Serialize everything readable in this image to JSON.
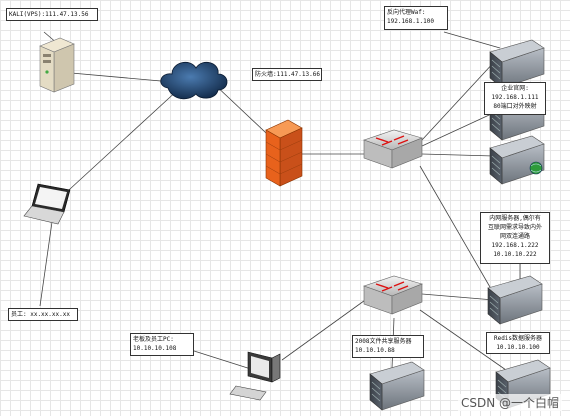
{
  "labels": {
    "kali": "KALI(VPS):111.47.13.56",
    "firewall": "防火墙:111.47.13.66",
    "reverse_proxy": "反向代理Waf:\n192.168.1.100",
    "company_site": "企业官网:\n192.168.1.111\n80端口对外映射",
    "intranet_server": "内网服务器,偶尔有\n互联网需求导致内外\n网双连通路\n192.168.1.222\n10.10.10.222",
    "staff": "员工: xx.xx.xx.xx",
    "boss_pc": "老板及员工PC:\n10.10.10.108",
    "file_share": "2008文件共享服务器\n10.10.10.88",
    "redis": "Redis数据服务器\n10.10.10.100"
  },
  "watermark": "CSDN @一个白帽",
  "colors": {
    "firewall": "#e8621c",
    "cloud": "#1c3d66",
    "switch": "#d8d8d8",
    "server": "#8a9199"
  },
  "icons": [
    "tower-server-icon",
    "cloud-icon",
    "laptop-icon",
    "firewall-icon",
    "switch-icon",
    "rack-server-icon",
    "web-server-icon",
    "desktop-pc-icon"
  ]
}
